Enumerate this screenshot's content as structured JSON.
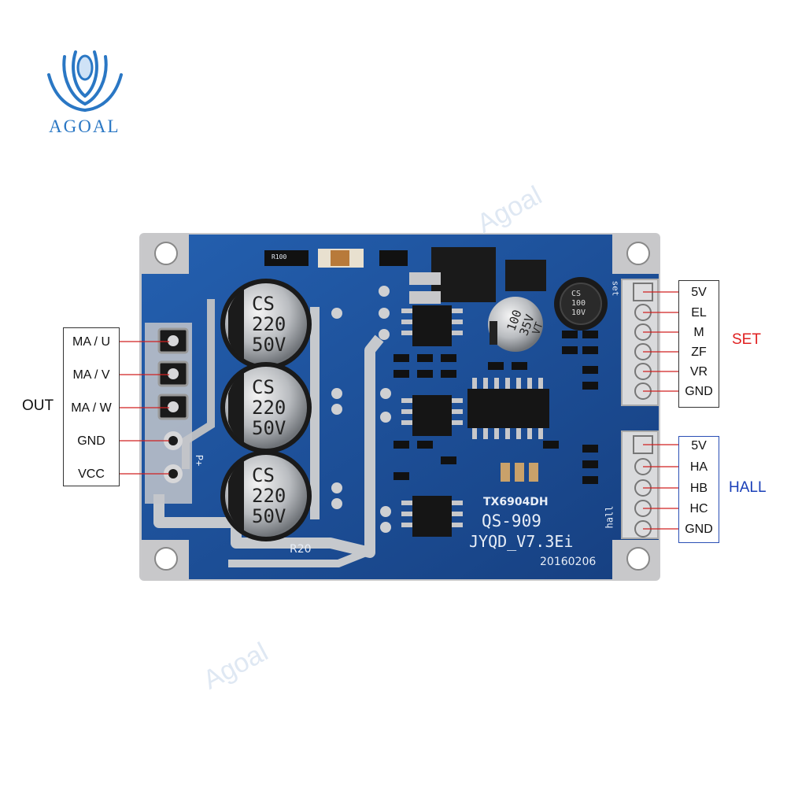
{
  "brand": {
    "logo_text": "AGOAL",
    "watermark_text": "Agoal"
  },
  "out_group": {
    "title": "OUT",
    "pins": [
      "MA / U",
      "MA / V",
      "MA / W",
      "GND",
      "VCC"
    ]
  },
  "set_group": {
    "title": "SET",
    "pins": [
      "5V",
      "EL",
      "M",
      "ZF",
      "VR",
      "GND"
    ]
  },
  "hall_group": {
    "title": "HALL",
    "pins": [
      "5V",
      "HA",
      "HB",
      "HC",
      "GND"
    ]
  },
  "board": {
    "cap_brand": "CS",
    "cap_value": "220",
    "cap_voltage": "50V",
    "small_cap_brand": "CS",
    "small_cap_value": "100",
    "small_cap_voltage": "10V",
    "mid_cap_value": "100",
    "mid_cap_voltage": "35V",
    "mid_cap_mark": "VT",
    "chip_label": "TX6904DH",
    "model": "QS-909",
    "version": "JYQD_V7.3Ei",
    "date": "20160206",
    "resistor_label": "R20",
    "power_label": "P+",
    "set_silk": "set",
    "hall_silk": "hall",
    "smd_resistor": "R100"
  },
  "colors": {
    "pcb_blue": "#1d4f9a",
    "set_title": "#e02020",
    "hall_title": "#1a3fb8",
    "logo": "#2a77c4"
  }
}
